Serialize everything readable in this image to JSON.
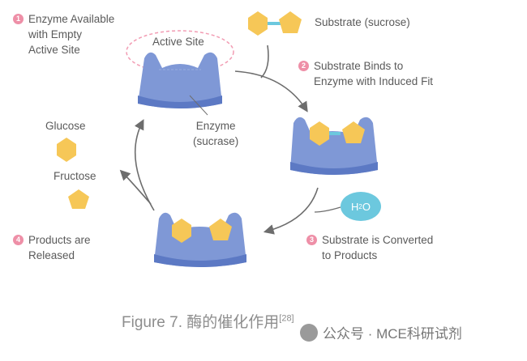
{
  "steps": [
    {
      "number": "1",
      "lines": [
        "Enzyme Available",
        "with Empty",
        "Active Site"
      ]
    },
    {
      "number": "2",
      "lines": [
        "Substrate Binds to",
        "Enzyme with Induced Fit"
      ]
    },
    {
      "number": "3",
      "lines": [
        "Substrate is Converted",
        "to Products"
      ]
    },
    {
      "number": "4",
      "lines": [
        "Products are",
        "Released"
      ]
    }
  ],
  "labels": {
    "active_site": "Active Site",
    "substrate": "Substrate (sucrose)",
    "enzyme_line1": "Enzyme",
    "enzyme_line2": "(sucrase)",
    "glucose": "Glucose",
    "fructose": "Fructose",
    "water_main": "H",
    "water_sub": "2",
    "water_end": "O"
  },
  "caption": {
    "text": "Figure 7. 酶的催化作用",
    "ref": "[28]"
  },
  "watermark": "公众号 · MCE科研试剂",
  "colors": {
    "enzyme": "#7f98d6",
    "enzyme_shadow": "#5c79c4",
    "hexagon": "#f6c757",
    "pentagon": "#f6c757",
    "step_badge": "#ee8fa7",
    "active_site_outline": "#f29cb3",
    "arrow": "#6d6d6d",
    "water": "#6cc8de"
  }
}
